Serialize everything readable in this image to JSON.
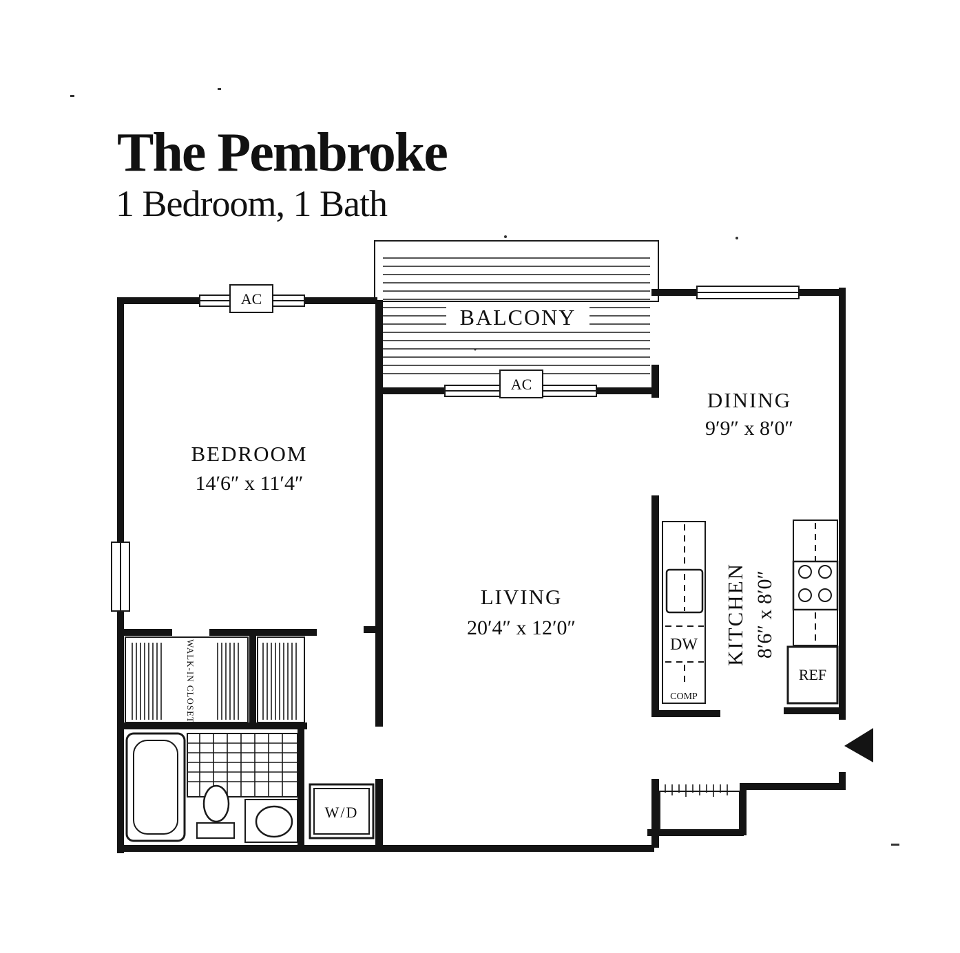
{
  "title": "The Pembroke",
  "subtitle": "1 Bedroom, 1 Bath",
  "rooms": {
    "balcony": {
      "name": "BALCONY"
    },
    "bedroom": {
      "name": "BEDROOM",
      "size": "14′6″ x 11′4″"
    },
    "living": {
      "name": "LIVING",
      "size": "20′4″ x 12′0″"
    },
    "dining": {
      "name": "DINING",
      "size": "9′9″ x 8′0″"
    },
    "kitchen": {
      "name": "KITCHEN",
      "size": "8′6″ x 8′0″"
    },
    "closet": {
      "name": "WALK-IN CLOSET"
    }
  },
  "fixtures": {
    "ac_bedroom": "AC",
    "ac_living": "AC",
    "washer_dryer": "W/D",
    "dishwasher": "DW",
    "compactor": "COMP",
    "refrigerator": "REF"
  }
}
